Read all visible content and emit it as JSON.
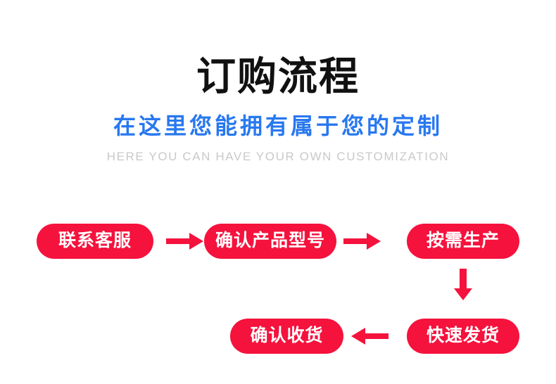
{
  "header": {
    "title_cn": "订购流程",
    "subtitle_cn": "在这里您能拥有属于您的定制",
    "subtitle_en": "HERE YOU CAN HAVE YOUR OWN CUSTOMIZATION",
    "title_color": "#111111",
    "subtitle_cn_color": "#2878F0",
    "subtitle_en_color": "#c9c9c9"
  },
  "flow": {
    "accent_color": "#F5123D",
    "label_color": "#ffffff",
    "steps": [
      {
        "id": "contact-support",
        "label": "联系客服",
        "order": 1
      },
      {
        "id": "confirm-product-model",
        "label": "确认产品型号",
        "order": 2
      },
      {
        "id": "produce-on-demand",
        "label": "按需生产",
        "order": 3
      },
      {
        "id": "fast-shipping",
        "label": "快速发货",
        "order": 4
      },
      {
        "id": "confirm-receipt",
        "label": "确认收货",
        "order": 5
      }
    ],
    "connectors": [
      {
        "id": "arrow-step1-to-step2",
        "direction": "right"
      },
      {
        "id": "arrow-step2-to-step3",
        "direction": "right"
      },
      {
        "id": "arrow-step3-to-step4",
        "direction": "down"
      },
      {
        "id": "arrow-step4-to-step5",
        "direction": "left"
      }
    ]
  }
}
